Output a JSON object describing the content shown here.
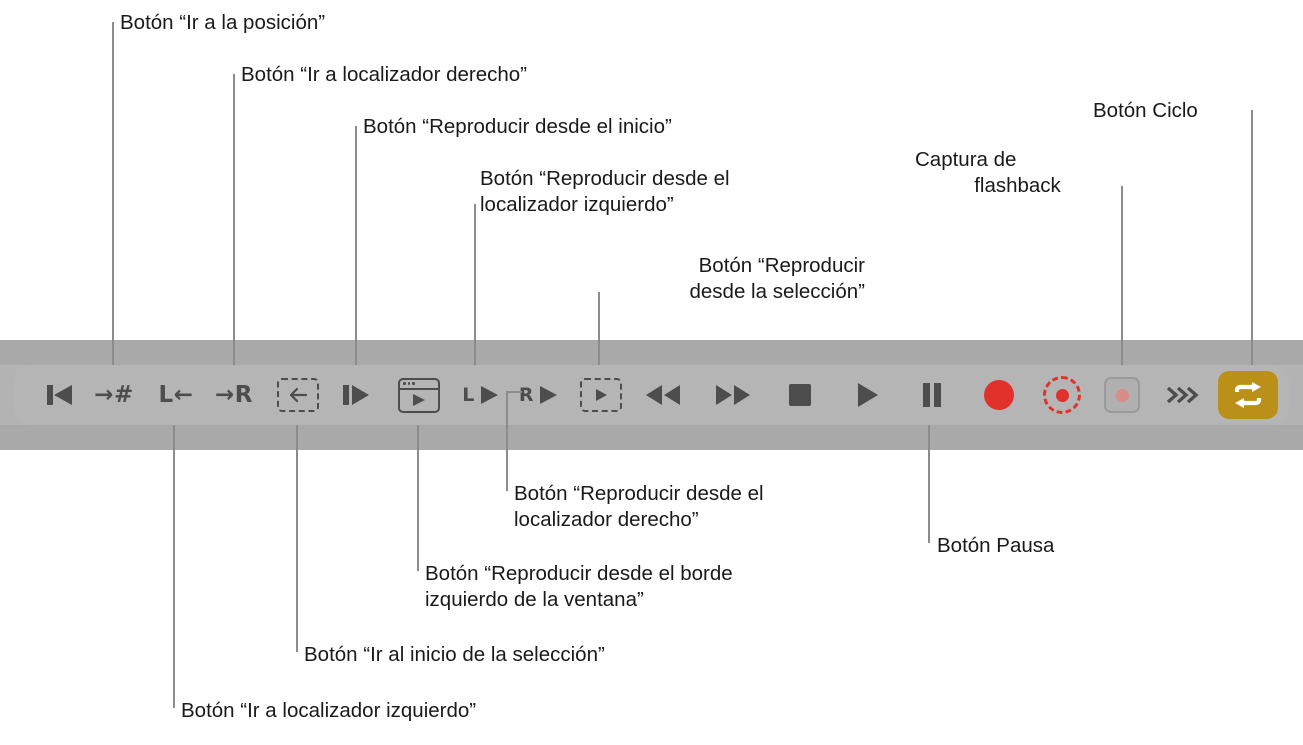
{
  "figure": {
    "type": "annotated-toolbar-diagram",
    "description": "Barra de transporte con rotulos de botones",
    "language": "es"
  },
  "colors": {
    "band": "#a9a9a9",
    "panel": "#b5b5b5",
    "icon": "#4d4d4d",
    "record_red": "#e0312a",
    "cycle_gold": "#bb9019",
    "callout_line": "#8c8c8c",
    "label_text": "#1a1a1a"
  },
  "toolbar": {
    "name": "barra-de-transporte",
    "buttons": [
      {
        "id": "ir-al-inicio",
        "icon": "skip-to-start-icon",
        "glyph": "◀❙"
      },
      {
        "id": "ir-a-la-posicion",
        "icon": "go-to-position-icon",
        "glyph": "→#"
      },
      {
        "id": "ir-a-localizador-izquierdo",
        "icon": "go-to-left-locator-icon",
        "glyph": "L←"
      },
      {
        "id": "ir-a-localizador-derecho",
        "icon": "go-to-right-locator-icon",
        "glyph": "→R"
      },
      {
        "id": "ir-al-inicio-seleccion",
        "icon": "go-to-selection-start-icon",
        "glyph": "←"
      },
      {
        "id": "reproducir-desde-el-inicio",
        "icon": "play-from-beginning-icon",
        "glyph": "❙▶"
      },
      {
        "id": "reproducir-borde-ventana",
        "icon": "play-from-window-edge-icon",
        "glyph": "▶"
      },
      {
        "id": "reproducir-localizador-izquierdo",
        "icon": "play-from-left-locator-icon",
        "glyph": "L▶"
      },
      {
        "id": "reproducir-localizador-derecho",
        "icon": "play-from-right-locator-icon",
        "glyph": "R▶"
      },
      {
        "id": "reproducir-desde-seleccion",
        "icon": "play-from-selection-icon",
        "glyph": "▶"
      },
      {
        "id": "rebobinar",
        "icon": "rewind-icon",
        "glyph": "◀◀"
      },
      {
        "id": "avance-rapido",
        "icon": "fast-forward-icon",
        "glyph": "▶▶"
      },
      {
        "id": "detener",
        "icon": "stop-icon",
        "glyph": "■"
      },
      {
        "id": "reproducir",
        "icon": "play-icon",
        "glyph": "▶"
      },
      {
        "id": "pausa",
        "icon": "pause-icon",
        "glyph": "❙❙"
      },
      {
        "id": "grabar",
        "icon": "record-icon",
        "glyph": "●"
      },
      {
        "id": "captura-de-flashback",
        "icon": "flashback-capture-icon",
        "glyph": "◉"
      },
      {
        "id": "grabacion-secundaria",
        "icon": "record-toggle-icon",
        "glyph": "●"
      },
      {
        "id": "avance-chevrones",
        "icon": "chevrons-right-icon",
        "glyph": "»›"
      },
      {
        "id": "ciclo",
        "icon": "cycle-loop-icon",
        "glyph": "↻"
      }
    ]
  },
  "callouts": [
    {
      "id": "ir-a-la-posicion",
      "text": "Botón “Ir a la posición”"
    },
    {
      "id": "ir-a-localizador-derecho",
      "text": "Botón “Ir a localizador derecho”"
    },
    {
      "id": "reproducir-desde-el-inicio",
      "text": "Botón “Reproducir desde el inicio”"
    },
    {
      "id": "reproducir-localizador-izquierdo",
      "line1": "Botón “Reproducir desde el",
      "line2": "localizador izquierdo”"
    },
    {
      "id": "reproducir-desde-seleccion",
      "line1": "Botón “Reproducir",
      "line2": "desde la selección”"
    },
    {
      "id": "captura-de-flashback",
      "line1": "Captura de",
      "line2": "flashback"
    },
    {
      "id": "ciclo",
      "text": "Botón Ciclo"
    },
    {
      "id": "reproducir-localizador-derecho",
      "line1": "Botón “Reproducir desde el",
      "line2": "localizador derecho”"
    },
    {
      "id": "pausa",
      "text": "Botón Pausa"
    },
    {
      "id": "reproducir-borde-ventana",
      "line1": "Botón “Reproducir desde el borde",
      "line2": "izquierdo de la ventana”"
    },
    {
      "id": "ir-al-inicio-seleccion",
      "text": "Botón “Ir al inicio de la selección”"
    },
    {
      "id": "ir-a-localizador-izquierdo",
      "text": "Botón “Ir a localizador izquierdo”"
    }
  ]
}
